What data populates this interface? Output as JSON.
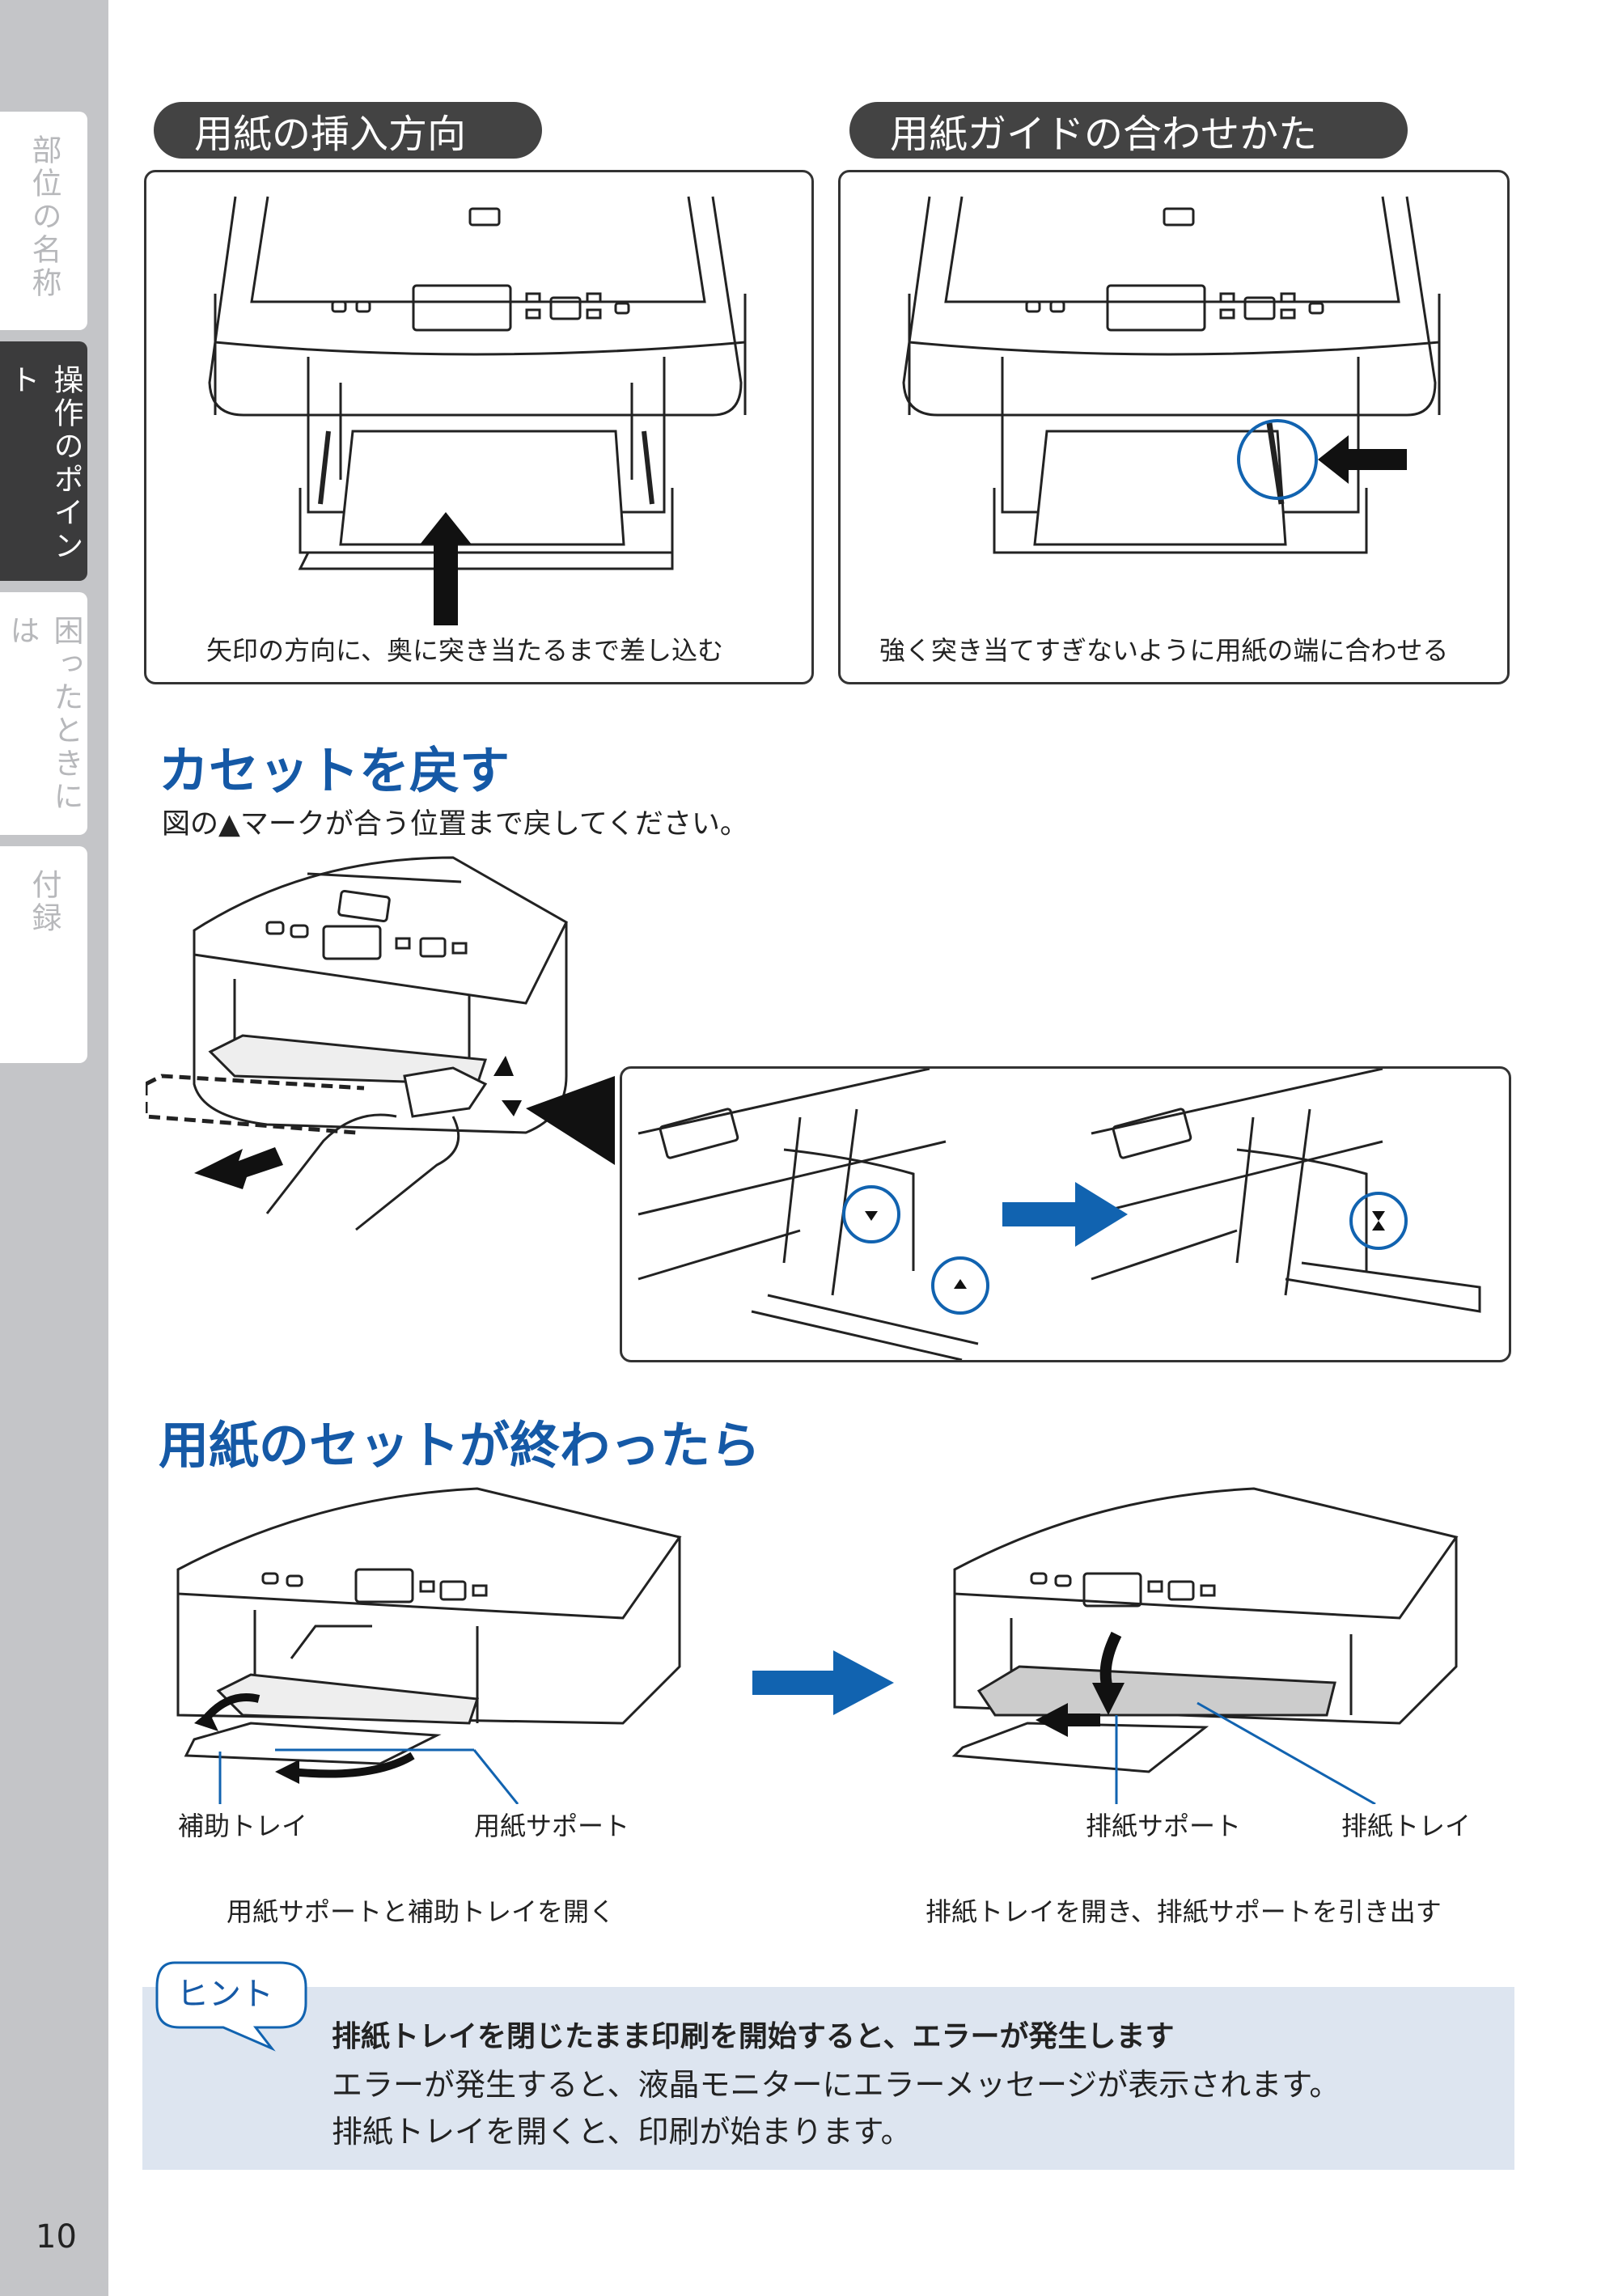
{
  "sidebar": {
    "tabs": [
      {
        "label": "部位の名称",
        "active": false
      },
      {
        "label": "操作のポイント",
        "active": true
      },
      {
        "label": "困ったときには",
        "active": false
      },
      {
        "label": "付録",
        "active": false
      }
    ]
  },
  "page_number": "10",
  "section_paper_direction": {
    "title": "用紙の挿入方向",
    "caption": "矢印の方向に、奥に突き当たるまで差し込む"
  },
  "section_paper_guide": {
    "title": "用紙ガイドの合わせかた",
    "caption": "強く突き当てすぎないように用紙の端に合わせる"
  },
  "section_cassette": {
    "heading": "カセットを戻す",
    "instruction": "図の▲マークが合う位置まで戻してください。"
  },
  "section_after_setting": {
    "heading": "用紙のセットが終わったら",
    "left_labels": {
      "aux_tray": "補助トレイ",
      "paper_support": "用紙サポート"
    },
    "left_caption": "用紙サポートと補助トレイを開く",
    "right_labels": {
      "output_support": "排紙サポート",
      "output_tray": "排紙トレイ"
    },
    "right_caption": "排紙トレイを開き、排紙サポートを引き出す"
  },
  "hint": {
    "badge": "ヒント",
    "title": "排紙トレイを閉じたまま印刷を開始すると、エラーが発生します",
    "lines": [
      "エラーが発生すると、液晶モニターにエラーメッセージが表示されます。",
      "排紙トレイを開くと、印刷が始まります。"
    ]
  },
  "colors": {
    "heading_blue": "#1559a6",
    "arrow_blue": "#1163b0",
    "hint_bg": "#dde5f0",
    "sidebar_gray": "#c4c5c8",
    "pill_dark": "#434343"
  }
}
